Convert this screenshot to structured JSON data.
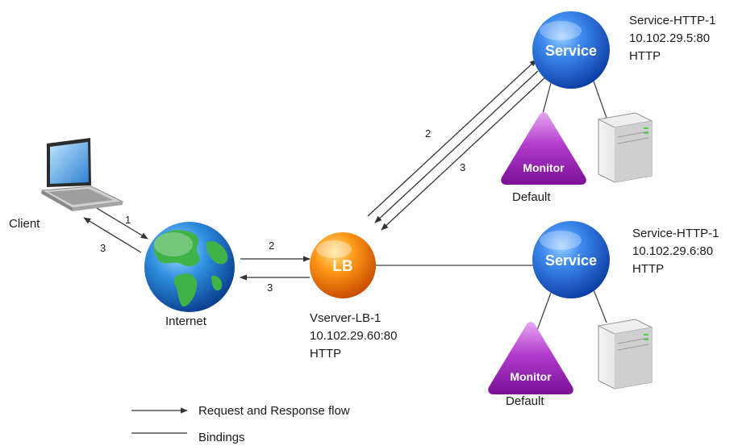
{
  "client": {
    "label": "Client"
  },
  "internet": {
    "label": "Internet"
  },
  "lb": {
    "badge": "LB",
    "name": "Vserver-LB-1",
    "address": "10.102.29.60:80",
    "protocol": "HTTP"
  },
  "services": [
    {
      "badge": "Service",
      "name": "Service-HTTP-1",
      "address": "10.102.29.5:80",
      "protocol": "HTTP",
      "monitor": "Monitor",
      "monitor_label": "Default"
    },
    {
      "badge": "Service",
      "name": "Service-HTTP-1",
      "address": "10.102.29.6:80",
      "protocol": "HTTP",
      "monitor": "Monitor",
      "monitor_label": "Default"
    }
  ],
  "flow_numbers": {
    "client_to_internet": "1",
    "internet_to_client": "3",
    "internet_to_lb": "2",
    "lb_to_internet": "3",
    "lb_to_service": "2",
    "service_to_lb": "3"
  },
  "legend": {
    "request_response": "Request and Response flow",
    "bindings": "Bindings"
  },
  "colors": {
    "service_blue": "#1f5fd6",
    "lb_orange": "#f07a10",
    "monitor_purple": "#9a1fb0",
    "line": "#333333"
  }
}
